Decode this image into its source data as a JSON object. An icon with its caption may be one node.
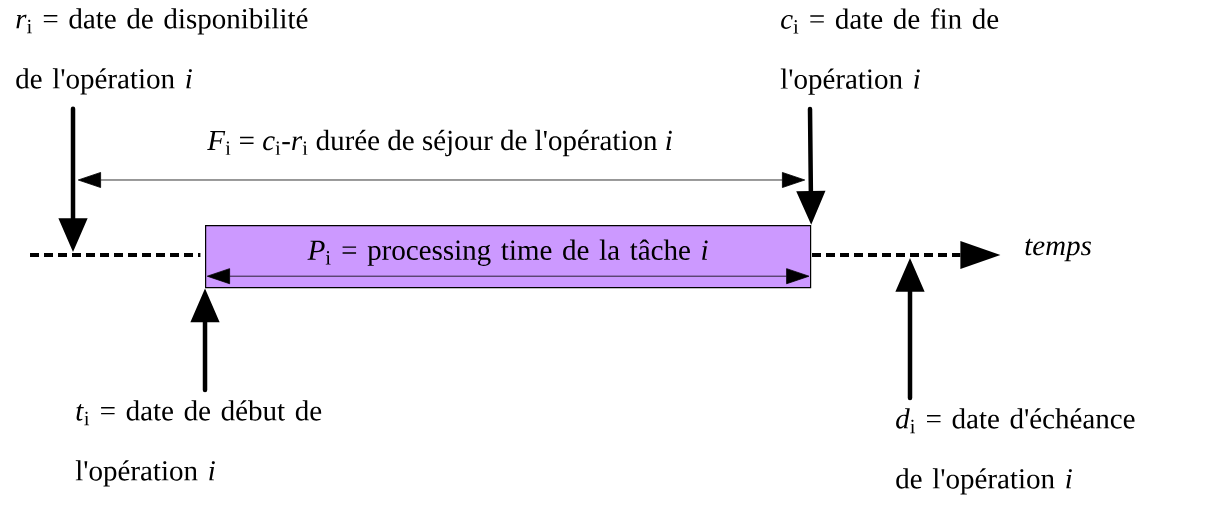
{
  "diagram": {
    "nodes": [
      {
        "text": [
          "*r*$_{i}$ = date de disponibilité de l'opération *i*"
        ]
      },
      {
        "text": [
          "*c*$_{i}$ = date de fin de l'opération *i*"
        ]
      },
      {
        "text": [
          "*P*$_{i}$ = processing time de la tâche *i*"
        ]
      },
      {
        "text": [
          "*t*$_{i}$ = date de début de l'opération *i*"
        ]
      },
      {
        "text": [
          "*d*$_{i}$ = date d'échéance de l'opération *i*"
        ]
      },
      {
        "text": [],
        "shape": "line"
      },
      {
        "text": [],
        "shape": "line"
      }
    ],
    "edges": [
      {
        "from": 0,
        "to": 5,
        "arrow": "to"
      },
      {
        "from": 1,
        "to": 2,
        "arrow": "to"
      },
      {
        "from": 3,
        "to": 2,
        "arrow": "to"
      },
      {
        "from": 4,
        "to": 6,
        "arrow": "to"
      }
    ],
    "labels": [
      "*F*$_{i}$ = *c*$_{i}$-*r*$_{i}$ durée de séjour de l'opération *i*",
      "temps"
    ]
  }
}
